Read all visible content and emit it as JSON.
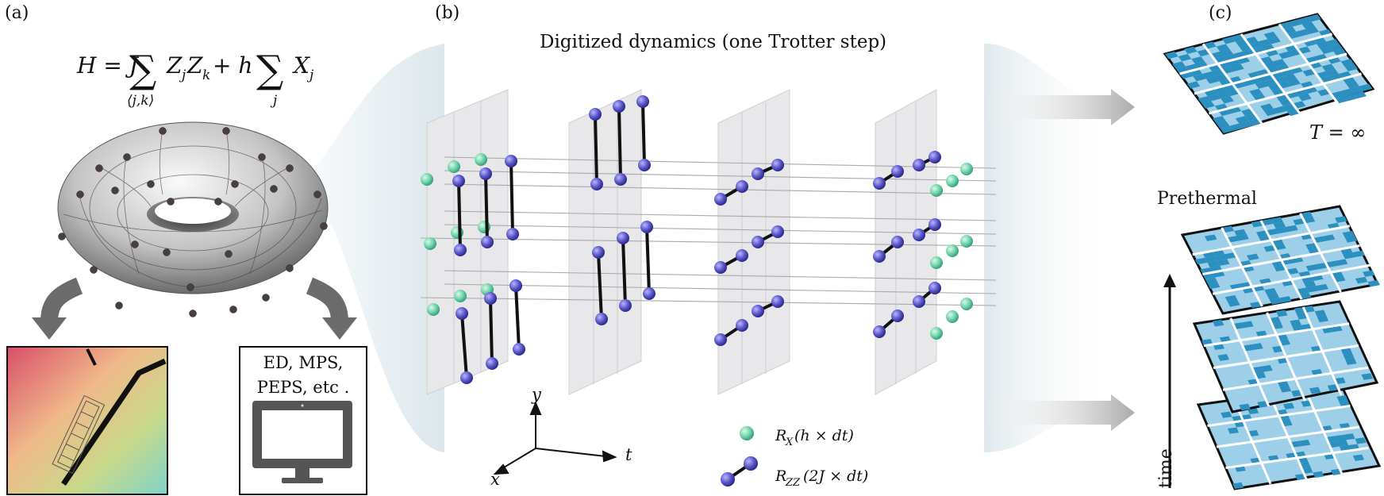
{
  "panels": {
    "a": {
      "label": "(a)",
      "hamiltonian": {
        "lhs": "H = J",
        "zz_term": "Z",
        "zz_j": "j",
        "zz_k": "k",
        "zz_sub": "⟨j,k⟩",
        "plus_h": "+ h",
        "x_term": "X",
        "x_sub": "j",
        "x_idx": "j"
      },
      "classical_box": {
        "line1": "ED, MPS,",
        "line2": "PEPS, etc ."
      }
    },
    "b": {
      "label": "(b)",
      "title": "Digitized dynamics (one Trotter step)",
      "axes": {
        "y": "y",
        "x": "x",
        "t": "t"
      },
      "legend": [
        {
          "gate": "R",
          "sub": "X",
          "arg": "(h × dt)",
          "color": "#6fd3a8"
        },
        {
          "gate": "R",
          "sub": "ZZ",
          "arg": "(2J × dt)",
          "color": "#5a56c9"
        }
      ]
    },
    "c": {
      "label": "(c)",
      "top_caption": "T = ∞",
      "prethermal": "Prethermal",
      "time_label": "time"
    }
  },
  "colors": {
    "green_qubit": "#6fd3a8",
    "purple_qubit": "#5a56c9",
    "lattice_dark": "#2b8fbf",
    "lattice_light": "#9ecfe8",
    "torus": "#c8c8c8",
    "arrow_gray": "#6b6b6b"
  }
}
